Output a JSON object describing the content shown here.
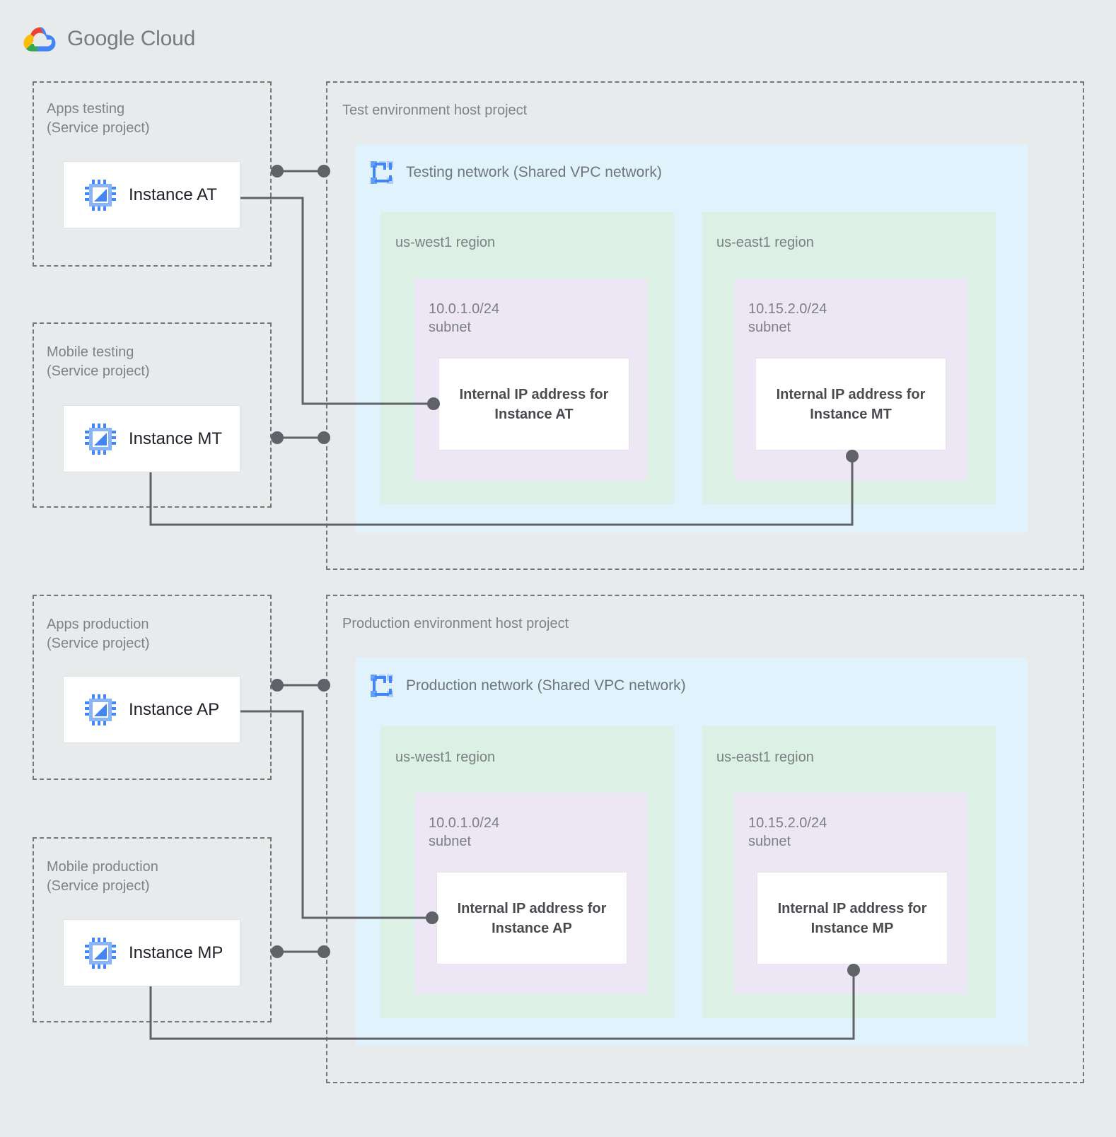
{
  "brand": {
    "name_bold": "Google",
    "name_light": "Cloud",
    "logo_icon": "google-cloud-logo",
    "colors": {
      "red": "#ea4335",
      "yellow": "#fbbc04",
      "green": "#34a853",
      "blue": "#4285f4"
    }
  },
  "palette": {
    "page_background": "#e8ebec",
    "vpc_panel": "#e0f3fd",
    "region": "#ddf0e6",
    "subnet": "#ece6f5",
    "card": "#ffffff",
    "dashed_border": "#767676",
    "connector": "#5f6368",
    "label_text": "#7b8084",
    "instance_text": "#20212a",
    "ip_text": "#4a4a50"
  },
  "service_projects": [
    {
      "id": "apps-testing",
      "label": "Apps testing\n(Service project)",
      "instance": {
        "label": "Instance AT",
        "icon": "vm-chip-icon"
      }
    },
    {
      "id": "mobile-testing",
      "label": "Mobile testing\n(Service project)",
      "instance": {
        "label": "Instance MT",
        "icon": "vm-chip-icon"
      }
    },
    {
      "id": "apps-production",
      "label": "Apps production\n(Service project)",
      "instance": {
        "label": "Instance AP",
        "icon": "vm-chip-icon"
      }
    },
    {
      "id": "mobile-production",
      "label": "Mobile production\n(Service project)",
      "instance": {
        "label": "Instance MP",
        "icon": "vm-chip-icon"
      }
    }
  ],
  "host_projects": [
    {
      "id": "test-environment",
      "label": "Test environment host project",
      "network": {
        "title": "Testing network (Shared VPC network)",
        "icon": "vpc-network-icon"
      },
      "regions": [
        {
          "id": "test-us-west1",
          "label": "us-west1 region",
          "subnet": {
            "label": "10.0.1.0/24\nsubnet",
            "ip_card": "Internal IP address for\nInstance AT"
          }
        },
        {
          "id": "test-us-east1",
          "label": "us-east1 region",
          "subnet": {
            "label": "10.15.2.0/24\nsubnet",
            "ip_card": "Internal IP address for\nInstance MT"
          }
        }
      ]
    },
    {
      "id": "production-environment",
      "label": "Production environment host project",
      "network": {
        "title": "Production network (Shared VPC network)",
        "icon": "vpc-network-icon"
      },
      "regions": [
        {
          "id": "prod-us-west1",
          "label": "us-west1 region",
          "subnet": {
            "label": "10.0.1.0/24\nsubnet",
            "ip_card": "Internal IP address for\nInstance AP"
          }
        },
        {
          "id": "prod-us-east1",
          "label": "us-east1 region",
          "subnet": {
            "label": "10.15.2.0/24\nsubnet",
            "ip_card": "Internal IP address for\nInstance MP"
          }
        }
      ]
    }
  ]
}
